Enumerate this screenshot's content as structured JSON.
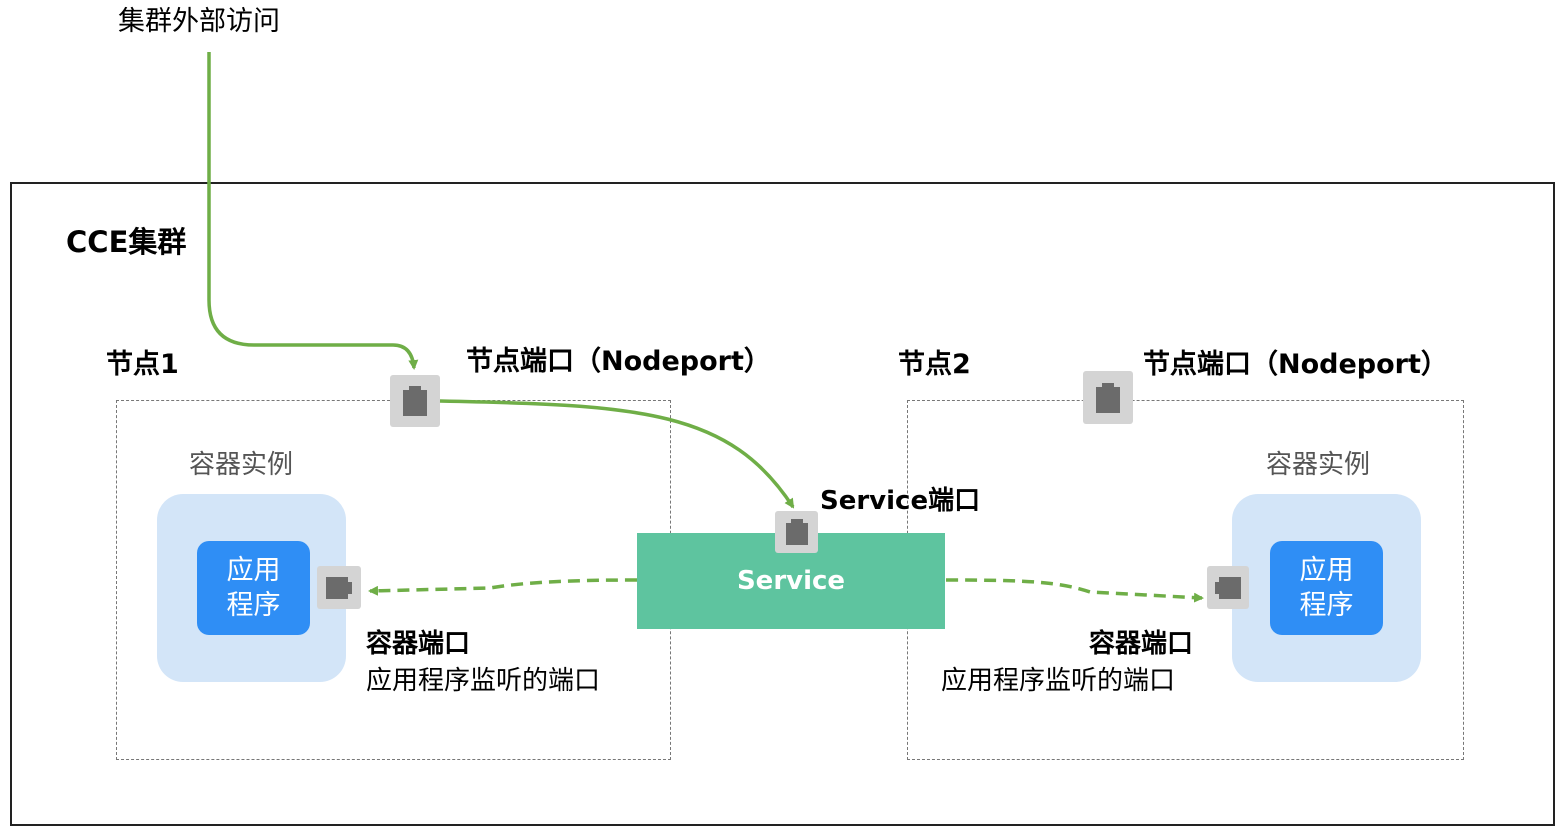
{
  "external_access": "集群外部访问",
  "cluster": {
    "title": "CCE集群"
  },
  "node1": {
    "label": "节点1",
    "nodeport_label": "节点端口（Nodeport）",
    "instance_label": "容器实例",
    "app_line1": "应用",
    "app_line2": "程序",
    "container_port_title": "容器端口",
    "container_port_desc": "应用程序监听的端口"
  },
  "node2": {
    "label": "节点2",
    "nodeport_label": "节点端口（Nodeport）",
    "instance_label": "容器实例",
    "app_line1": "应用",
    "app_line2": "程序",
    "container_port_title": "容器端口",
    "container_port_desc": "应用程序监听的端口"
  },
  "service": {
    "label": "Service",
    "port_label": "Service端口"
  },
  "colors": {
    "arrow_green": "#6fae47",
    "service_fill": "#5ec49f",
    "pod_fill": "#d3e5f8",
    "app_fill": "#2f8ef5",
    "port_fill": "#d4d4d4",
    "port_icon": "#6b6b6b"
  }
}
